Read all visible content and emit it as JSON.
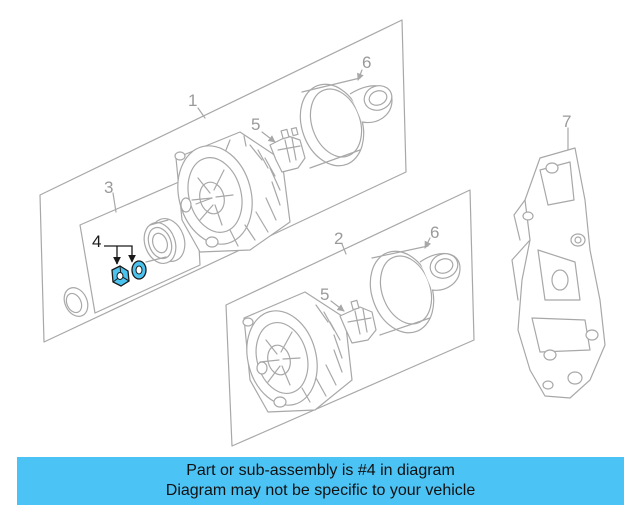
{
  "callouts": {
    "c1": "1",
    "c2": "2",
    "c3": "3",
    "c4": "4",
    "c5a": "5",
    "c5b": "5",
    "c6a": "6",
    "c6b": "6",
    "c7": "7"
  },
  "banner": {
    "line1": "Part or sub-assembly is #4 in diagram",
    "line2": "Diagram may not be specific to your vehicle",
    "color": "#4cc3f5"
  },
  "highlight_color": "#4cc3ef"
}
